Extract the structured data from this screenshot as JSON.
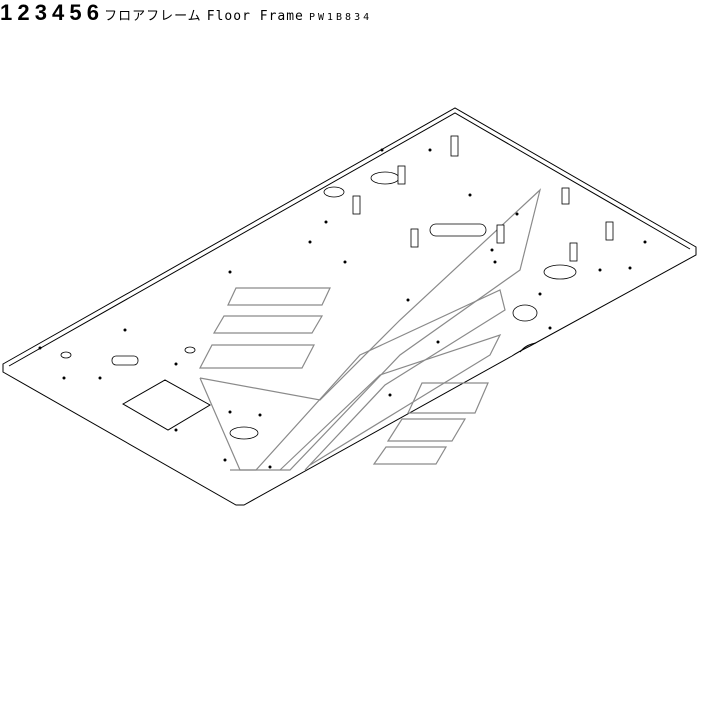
{
  "diagram": {
    "title_jp": "フロアフレーム",
    "title_en": "Floor Frame",
    "drawing_code": "PW1B834",
    "callouts": [
      "1",
      "2",
      "3",
      "4",
      "5",
      "6"
    ],
    "highlight_color": "#3a3ad0"
  }
}
